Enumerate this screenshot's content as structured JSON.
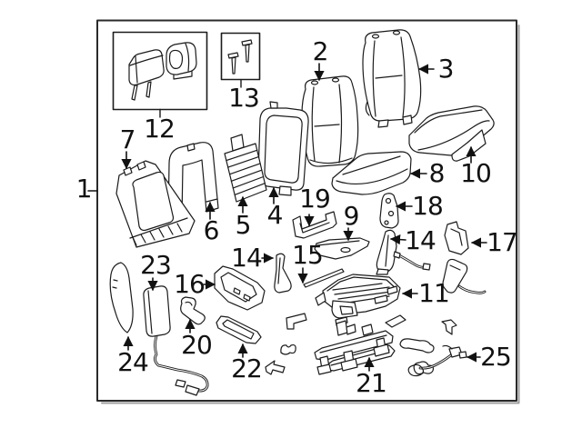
{
  "diagram": {
    "background_color": "#ffffff",
    "line_color": "#1b1b1b",
    "frame_color": "#2a2a2a",
    "frame_shadow_color": "#9e9e9e",
    "callouts": [
      {
        "id": "1",
        "label": "1"
      },
      {
        "id": "2",
        "label": "2"
      },
      {
        "id": "3",
        "label": "3"
      },
      {
        "id": "4",
        "label": "4"
      },
      {
        "id": "5",
        "label": "5"
      },
      {
        "id": "6",
        "label": "6"
      },
      {
        "id": "7",
        "label": "7"
      },
      {
        "id": "8",
        "label": "8"
      },
      {
        "id": "9",
        "label": "9"
      },
      {
        "id": "10",
        "label": "10"
      },
      {
        "id": "11",
        "label": "11"
      },
      {
        "id": "12",
        "label": "12"
      },
      {
        "id": "13",
        "label": "13"
      },
      {
        "id": "14-left",
        "label": "14"
      },
      {
        "id": "14-right",
        "label": "14"
      },
      {
        "id": "15",
        "label": "15"
      },
      {
        "id": "16",
        "label": "16"
      },
      {
        "id": "17",
        "label": "17"
      },
      {
        "id": "18",
        "label": "18"
      },
      {
        "id": "19",
        "label": "19"
      },
      {
        "id": "20",
        "label": "20"
      },
      {
        "id": "21",
        "label": "21"
      },
      {
        "id": "22",
        "label": "22"
      },
      {
        "id": "23",
        "label": "23"
      },
      {
        "id": "24",
        "label": "24"
      },
      {
        "id": "25",
        "label": "25"
      }
    ]
  }
}
